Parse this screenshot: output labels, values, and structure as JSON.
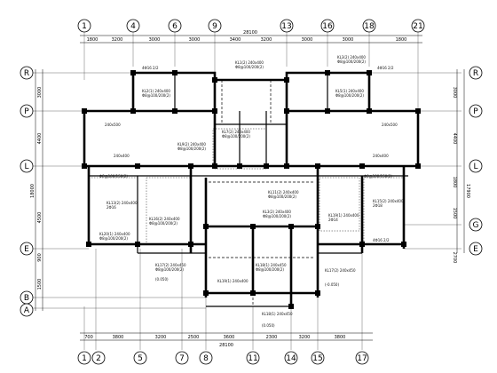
{
  "axes": {
    "top": [
      "1",
      "4",
      "6",
      "9",
      "13",
      "16",
      "18",
      "21"
    ],
    "bottom": [
      "1",
      "2",
      "5",
      "7",
      "8",
      "11",
      "14",
      "15",
      "17"
    ],
    "left": [
      "R",
      "P",
      "L",
      "E",
      "B",
      "A"
    ],
    "right": [
      "R",
      "P",
      "L",
      "G",
      "E"
    ]
  },
  "dims": {
    "top_total": "28100",
    "top_segments": [
      "1800",
      "3200",
      "3000",
      "3000",
      "3400",
      "3200",
      "3000",
      "3000",
      "1800"
    ],
    "bottom_total": "28100",
    "bottom_segments": [
      "700",
      "3800",
      "3200",
      "2500",
      "3600",
      "2300",
      "3200",
      "3800"
    ],
    "left_total": "18000",
    "left_segments": [
      "3000",
      "4400",
      "4500",
      "900",
      "1500"
    ],
    "right_total": "17900",
    "right_segments": [
      "3000",
      "4400",
      "1800",
      "1500",
      "2700"
    ]
  },
  "annotations": {
    "kl1": "KL1(2) 240x400",
    "kl2": "KL2(1) 240x400",
    "kl3": "KL3(2) 240x400",
    "kl5": "KL5(1) 240x400",
    "kl7": "KL7(2) 240x400",
    "kl9": "KL9(2) 240x400",
    "kl11": "KL11(2) 240x400",
    "kl13": "KL13(2) 240x400",
    "kl15": "KL15(2) 240x400",
    "kl16": "KL16(2) 240x400",
    "kl17": "KL17(2) 240x450",
    "kl18": "KL18(1) 240x450",
    "kl19": "KL19(1) 240x400",
    "kl20": "KL20(1) 240x400",
    "hoop1": "Φ8@100/200(2)",
    "hoop2": "Φ8@100/150(2)",
    "rebar1": "2Φ16",
    "rebar2": "2Φ18",
    "rebar3": "4Φ16 2/2",
    "rebar4": "2Φ14",
    "sec1": "240x500",
    "sec2": "240x400",
    "elev1": "(0.050)",
    "elev2": "(-0.050)"
  }
}
